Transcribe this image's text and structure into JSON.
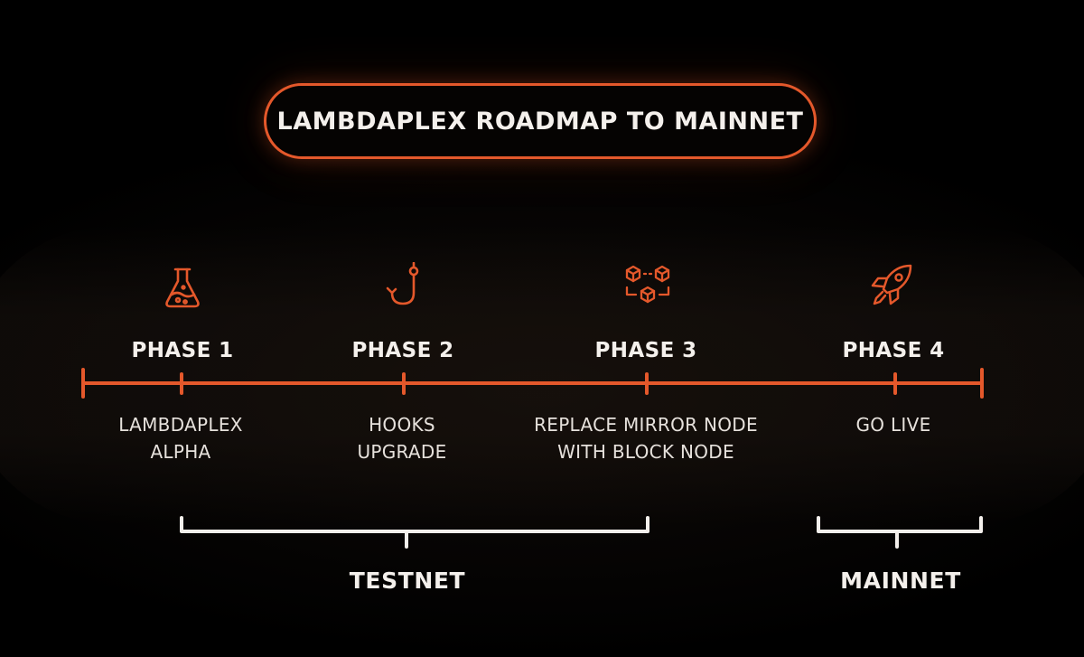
{
  "title": "LAMBDAPLEX ROADMAP TO MAINNET",
  "colors": {
    "accent": "#e4582b",
    "text": "#f4f0ec",
    "background": "#000000"
  },
  "phases": [
    {
      "label": "PHASE 1",
      "icon": "flask-icon",
      "desc": [
        "LAMBDAPLEX",
        "ALPHA"
      ]
    },
    {
      "label": "PHASE 2",
      "icon": "hook-icon",
      "desc": [
        "HOOKS",
        "UPGRADE"
      ]
    },
    {
      "label": "PHASE 3",
      "icon": "blocks-icon",
      "desc": [
        "REPLACE MIRROR NODE",
        "WITH BLOCK NODE"
      ]
    },
    {
      "label": "PHASE 4",
      "icon": "rocket-icon",
      "desc": [
        "GO LIVE"
      ]
    }
  ],
  "groups": {
    "testnet": "TESTNET",
    "mainnet": "MAINNET"
  }
}
